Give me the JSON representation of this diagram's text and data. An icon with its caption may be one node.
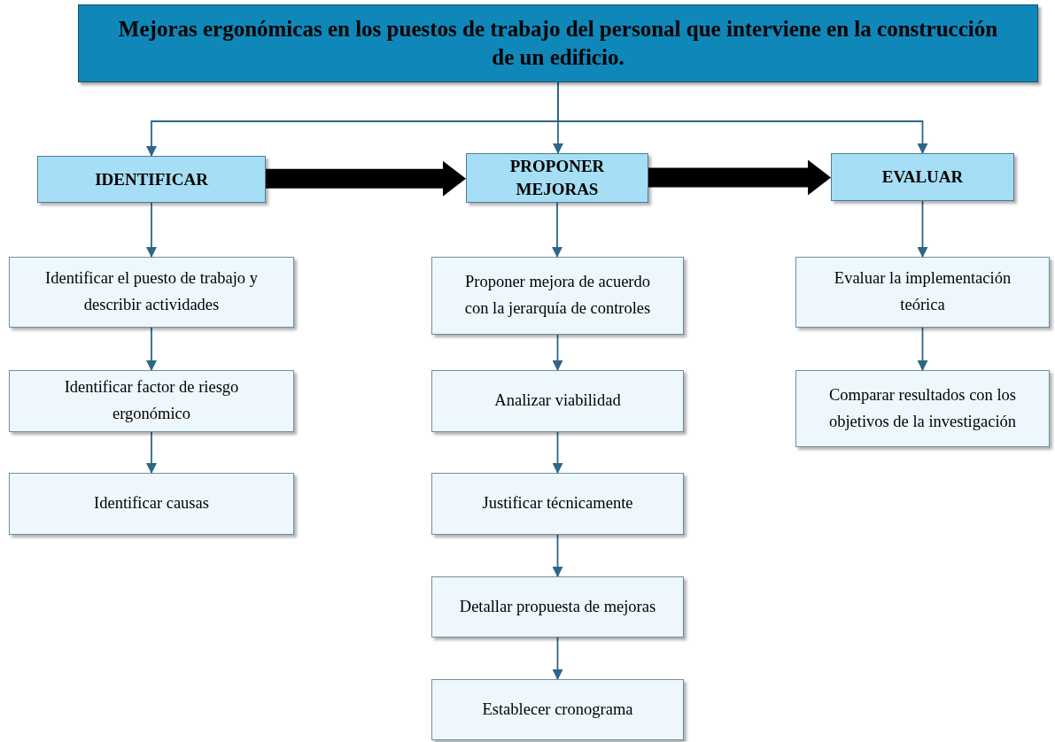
{
  "diagram": {
    "nodes": [
      {
        "text": [
          "Mejoras ergonómicas en los puestos de trabajo del personal que interviene en la construcción de un edificio."
        ]
      },
      {
        "text": [
          "IDENTIFICAR"
        ]
      },
      {
        "text": [
          "PROPONER MEJORAS"
        ]
      },
      {
        "text": [
          "EVALUAR"
        ]
      },
      {
        "text": [
          "Identificar el puesto de trabajo y describir actividades"
        ]
      },
      {
        "text": [
          "Identificar factor de riesgo ergonómico"
        ]
      },
      {
        "text": [
          "Identificar causas"
        ]
      },
      {
        "text": [
          "Proponer mejora de acuerdo con la jerarquía de controles"
        ]
      },
      {
        "text": [
          "Analizar viabilidad"
        ]
      },
      {
        "text": [
          "Justificar técnicamente"
        ]
      },
      {
        "text": [
          "Detallar propuesta de mejoras"
        ]
      },
      {
        "text": [
          "Establecer cronograma"
        ]
      },
      {
        "text": [
          "Evaluar la implementación teórica"
        ]
      },
      {
        "text": [
          "Comparar resultados con los objetivos de la investigación"
        ]
      }
    ],
    "edges": [
      {
        "from": 0,
        "to": 1,
        "arrow": "to"
      },
      {
        "from": 0,
        "to": 2,
        "arrow": "to"
      },
      {
        "from": 0,
        "to": 3,
        "arrow": "to"
      },
      {
        "from": 1,
        "to": 2,
        "arrow": "to",
        "style": "thick",
        "color": "#000000"
      },
      {
        "from": 2,
        "to": 3,
        "arrow": "to",
        "style": "thick",
        "color": "#000000"
      },
      {
        "from": 1,
        "to": 4,
        "arrow": "to"
      },
      {
        "from": 4,
        "to": 5,
        "arrow": "to"
      },
      {
        "from": 5,
        "to": 6,
        "arrow": "to"
      },
      {
        "from": 2,
        "to": 7,
        "arrow": "to"
      },
      {
        "from": 7,
        "to": 8,
        "arrow": "to"
      },
      {
        "from": 8,
        "to": 9,
        "arrow": "to"
      },
      {
        "from": 9,
        "to": 10,
        "arrow": "to"
      },
      {
        "from": 10,
        "to": 11,
        "arrow": "to"
      },
      {
        "from": 3,
        "to": 12,
        "arrow": "to"
      },
      {
        "from": 12,
        "to": 13,
        "arrow": "to"
      }
    ]
  }
}
